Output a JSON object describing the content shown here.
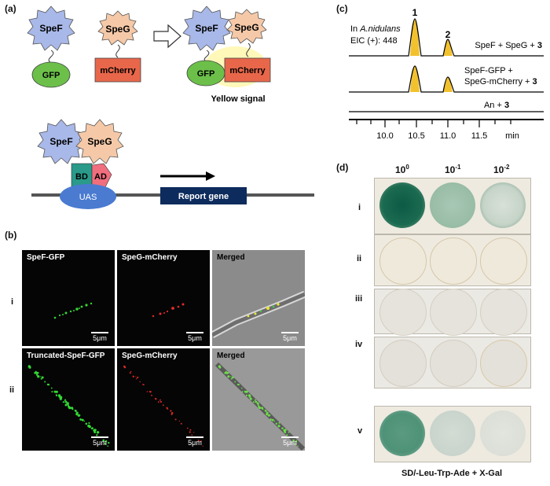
{
  "panel_a": {
    "label": "(a)",
    "proteins": {
      "spef": "SpeF",
      "speg": "SpeG",
      "gfp": "GFP",
      "mcherry": "mCherry",
      "bd": "BD",
      "ad": "AD",
      "uas": "UAS",
      "report_gene": "Report gene"
    },
    "yellow_signal": "Yellow signal"
  },
  "panel_b": {
    "label": "(b)",
    "rows": [
      {
        "roman": "i",
        "titles": [
          "SpeF-GFP",
          "SpeG-mCherry",
          "Merged"
        ]
      },
      {
        "roman": "ii",
        "titles": [
          "Truncated-SpeF-GFP",
          "SpeG-mCherry",
          "Merged"
        ]
      }
    ],
    "scale_bar": "5μm"
  },
  "panel_c": {
    "label": "(c)",
    "peak_labels": [
      "1",
      "2"
    ],
    "host_prefix": "In",
    "host": "A.nidulans",
    "eic": "EIC (+): 448",
    "traces": [
      {
        "label": "SpeF + SpeG + ",
        "compound": "3"
      },
      {
        "label_line1": "SpeF-GFP +",
        "label_line2": "SpeG-mCherry + ",
        "compound": "3"
      },
      {
        "label": "An + ",
        "compound": "3"
      }
    ],
    "axis_ticks": [
      "10.0",
      "10.5",
      "11.0",
      "11.5"
    ],
    "axis_unit": "min",
    "peak_color": "#f2c12e"
  },
  "panel_d": {
    "label": "(d)",
    "dilutions": [
      {
        "base": "10",
        "exp": "0"
      },
      {
        "base": "10",
        "exp": "-1"
      },
      {
        "base": "10",
        "exp": "-2"
      }
    ],
    "rows": [
      "i",
      "ii",
      "iii",
      "iv",
      "v"
    ],
    "caption": "SD/-Leu-Trp-Ade + X-Gal"
  }
}
